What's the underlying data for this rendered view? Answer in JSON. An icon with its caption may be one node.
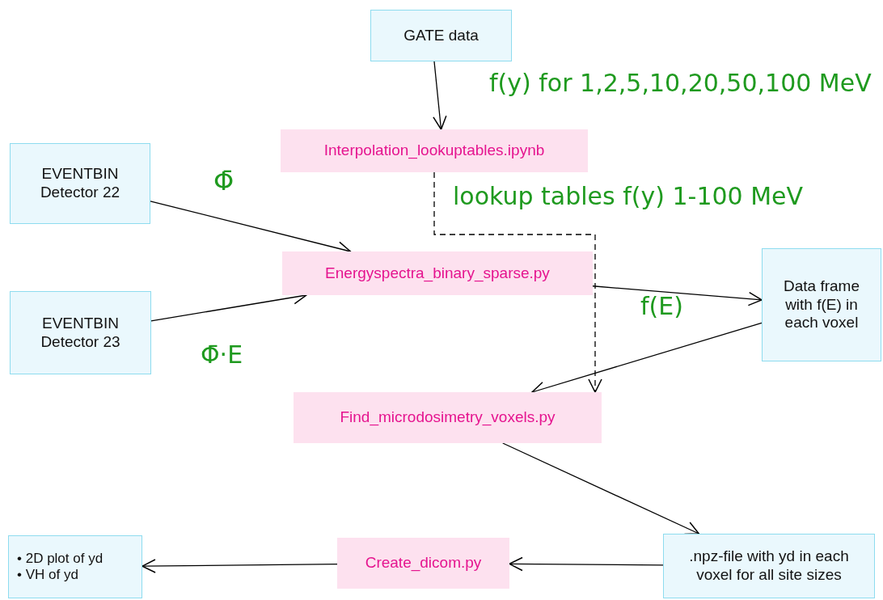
{
  "diagram": {
    "nodes": [
      {
        "text": [
          "GATE data"
        ]
      },
      {
        "text": [
          "Interpolation_lookuptables.ipynb"
        ]
      },
      {
        "text": [
          "EVENTBIN Detector 22"
        ]
      },
      {
        "text": [
          "Energyspectra_binary_sparse.py"
        ]
      },
      {
        "text": [
          "Data frame with f(E) in each voxel"
        ]
      },
      {
        "text": [
          "EVENTBIN Detector 23"
        ]
      },
      {
        "text": [
          "Find_microdosimetry_voxels.py"
        ]
      },
      {
        "text": [
          ".npz-file with yd in each voxel for all site sizes"
        ]
      },
      {
        "text": [
          "Create_dicom.py"
        ]
      },
      {
        "text": [
          "• 2D plot of yd",
          "• VH of yd"
        ]
      }
    ],
    "edges": [
      {
        "from": 0,
        "to": 1,
        "arrow": "to",
        "label": "f(y) for 1,2,5,10,20,50,100 MeV"
      },
      {
        "from": 1,
        "to": 6,
        "arrow": "to",
        "label": "lookup tables f(y) 1-100 MeV",
        "style": "dashed"
      },
      {
        "from": 2,
        "to": 3,
        "arrow": "to",
        "label": "Φ̄"
      },
      {
        "from": 5,
        "to": 3,
        "arrow": "to",
        "label": "Φ̄·E"
      },
      {
        "from": 3,
        "to": 4,
        "arrow": "to",
        "label": "f(E)"
      },
      {
        "from": 4,
        "to": 6,
        "arrow": "to"
      },
      {
        "from": 6,
        "to": 7,
        "arrow": "to"
      },
      {
        "from": 7,
        "to": 8,
        "arrow": "to"
      },
      {
        "from": 8,
        "to": 9,
        "arrow": "to"
      }
    ]
  }
}
